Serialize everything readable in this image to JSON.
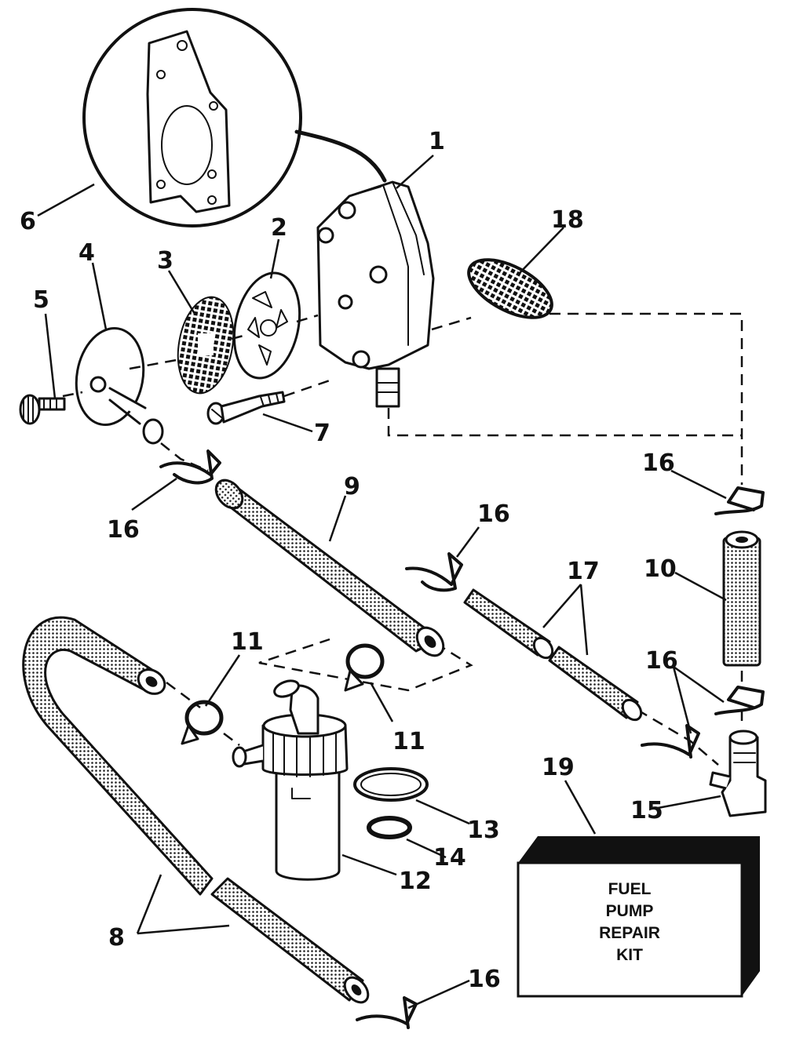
{
  "callouts": {
    "c1": "1",
    "c2": "2",
    "c3": "3",
    "c4": "4",
    "c5": "5",
    "c6": "6",
    "c7": "7",
    "c8": "8",
    "c9": "9",
    "c10": "10",
    "c11a": "11",
    "c11b": "11",
    "c12": "12",
    "c13": "13",
    "c14": "14",
    "c15": "15",
    "c16a": "16",
    "c16b": "16",
    "c16c": "16",
    "c16d": "16",
    "c16e": "16",
    "c17": "17",
    "c18": "18",
    "c19": "19"
  },
  "kit": {
    "line1": "FUEL",
    "line2": "PUMP",
    "line3": "REPAIR",
    "line4": "KIT"
  }
}
